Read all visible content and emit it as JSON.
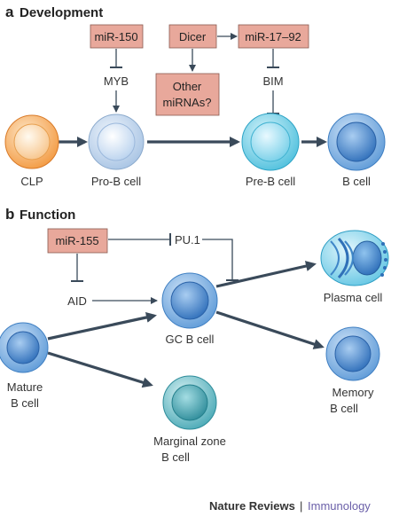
{
  "section_a": {
    "letter": "a",
    "title": "Development"
  },
  "section_b": {
    "letter": "b",
    "title": "Function"
  },
  "boxes": {
    "mir150": "miR-150",
    "dicer": "Dicer",
    "mir17": "miR-17–92",
    "other_1": "Other",
    "other_2": "miRNAs?",
    "mir155": "miR-155"
  },
  "labels": {
    "myb": "MYB",
    "bim": "BIM",
    "pu1": "PU.1",
    "aid": "AID"
  },
  "cells": {
    "clp": "CLP",
    "pro_b": "Pro-B cell",
    "pre_b": "Pre-B cell",
    "b": "B cell",
    "plasma": "Plasma cell",
    "gc_b": "GC B cell",
    "mature_1": "Mature",
    "mature_2": "B cell",
    "memory_1": "Memory",
    "memory_2": "B cell",
    "marginal_1": "Marginal zone",
    "marginal_2": "B cell"
  },
  "footer": {
    "journal": "Nature Reviews",
    "separator": "|",
    "subject": "Immunology"
  },
  "colors": {
    "box_fill": "#e8a89b",
    "arrow": "#3a4a5a",
    "clp_fill": "#f5a860",
    "pro_b_fill": "#b9d2ee",
    "blue_cell_fill": "#7fb2e6",
    "cyan_cell_fill": "#6fd0e6",
    "teal_cell_fill": "#58b8c2",
    "journal_accent": "#6a5fa8"
  }
}
